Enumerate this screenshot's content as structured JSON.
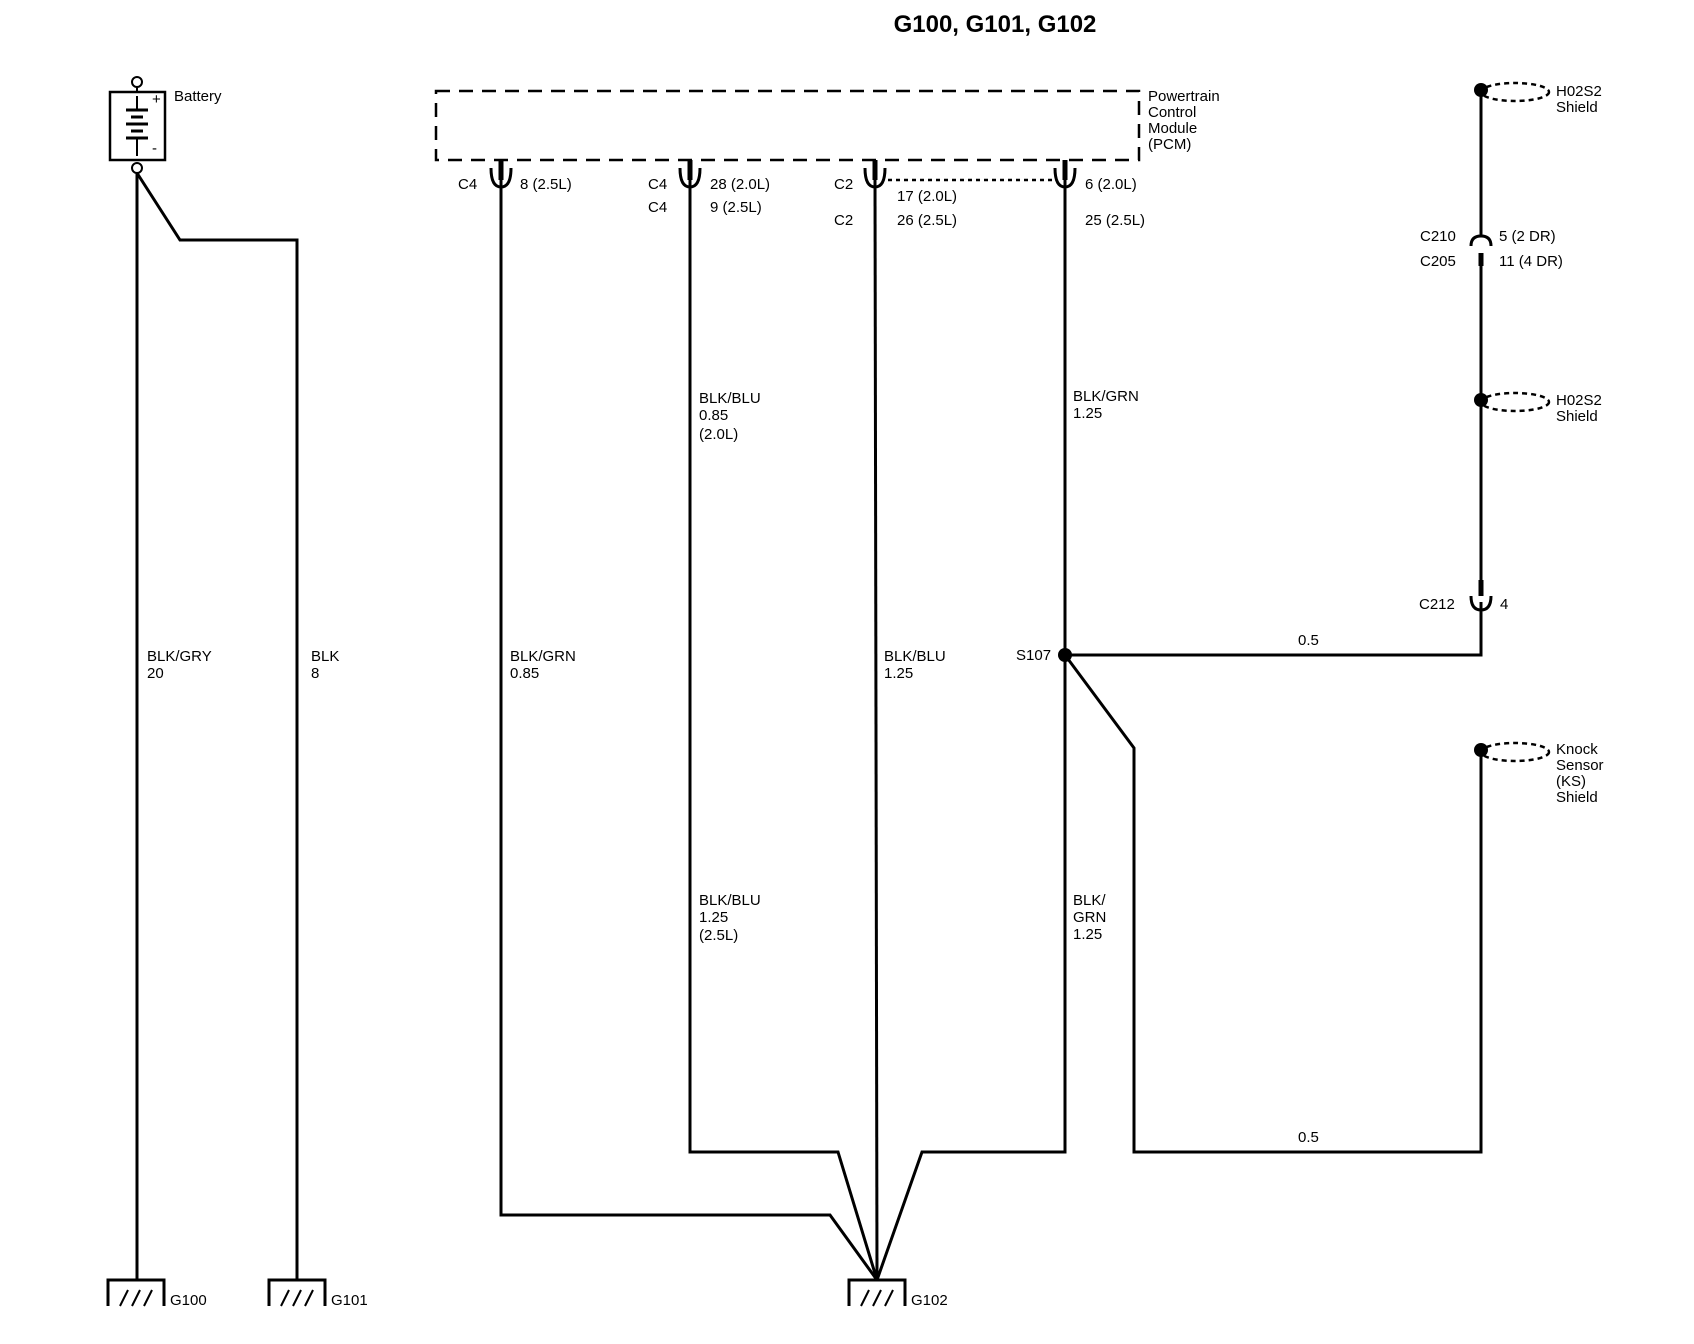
{
  "title": "G100, G101, G102",
  "battery": {
    "label": "Battery",
    "plus": "+",
    "minus": "-"
  },
  "pcm": {
    "line1": "Powertrain",
    "line2": "Control",
    "line3": "Module",
    "line4": "(PCM)"
  },
  "pins": {
    "p1": {
      "conn": "C4",
      "pin": "8 (2.5L)"
    },
    "p2": {
      "conn_a": "C4",
      "pin_a": "28 (2.0L)",
      "conn_b": "C4",
      "pin_b": "9 (2.5L)"
    },
    "p3": {
      "conn_a": "C2",
      "pin_a": "17 (2.0L)",
      "conn_b": "C2",
      "pin_b": "26 (2.5L)"
    },
    "p4": {
      "pin_a": "6 (2.0L)",
      "pin_b": "25 (2.5L)"
    }
  },
  "wires": {
    "w_batt_g100": {
      "color": "BLK/GRY",
      "size": "20"
    },
    "w_batt_g101": {
      "color": "BLK",
      "size": "8"
    },
    "w1": {
      "color": "BLK/GRN",
      "size": "0.85"
    },
    "w2_top": {
      "color": "BLK/BLU",
      "size": "0.85",
      "engine": "(2.0L)"
    },
    "w2_bot": {
      "color": "BLK/BLU",
      "size": "1.25",
      "engine": "(2.5L)"
    },
    "w3": {
      "color": "BLK/BLU",
      "size": "1.25"
    },
    "w4_top": {
      "color": "BLK/GRN",
      "size": "1.25"
    },
    "w4_bot": {
      "color1": "BLK/",
      "color2": "GRN",
      "size": "1.25"
    },
    "w_splice_right": {
      "size": "0.5"
    },
    "w_ks": {
      "size": "0.5"
    }
  },
  "splice": {
    "label": "S107"
  },
  "shields": {
    "s1": {
      "line1": "H02S2",
      "line2": "Shield"
    },
    "s2": {
      "line1": "H02S2",
      "line2": "Shield"
    },
    "ks": {
      "line1": "Knock",
      "line2": "Sensor",
      "line3": "(KS)",
      "line4": "Shield"
    }
  },
  "connectors": {
    "c210": {
      "name": "C210",
      "pin": "5 (2 DR)"
    },
    "c205": {
      "name": "C205",
      "pin": "11 (4 DR)"
    },
    "c212": {
      "name": "C212",
      "pin": "4"
    }
  },
  "grounds": {
    "g100": "G100",
    "g101": "G101",
    "g102": "G102"
  }
}
